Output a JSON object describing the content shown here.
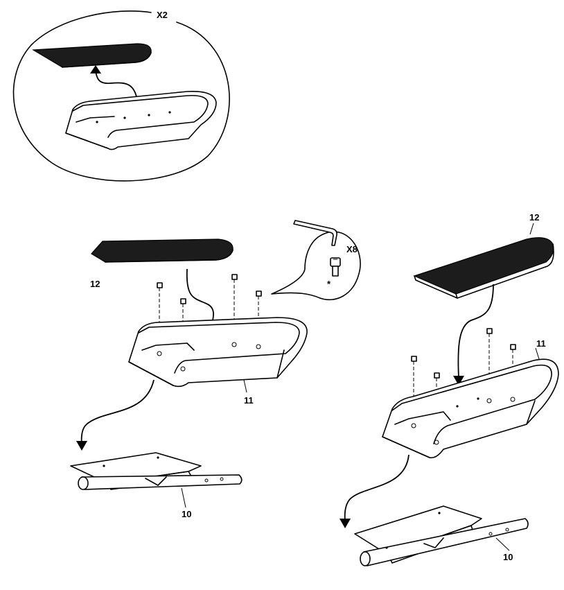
{
  "detail_inset": {
    "quantity_label": "X2"
  },
  "screw_callout": {
    "quantity_label": "X8",
    "note_mark": "*"
  },
  "left_assembly": {
    "mat_label": "12",
    "tray_label": "11",
    "bracket_label": "10"
  },
  "right_assembly": {
    "mat_label": "12",
    "tray_label": "11",
    "bracket_label": "10"
  }
}
